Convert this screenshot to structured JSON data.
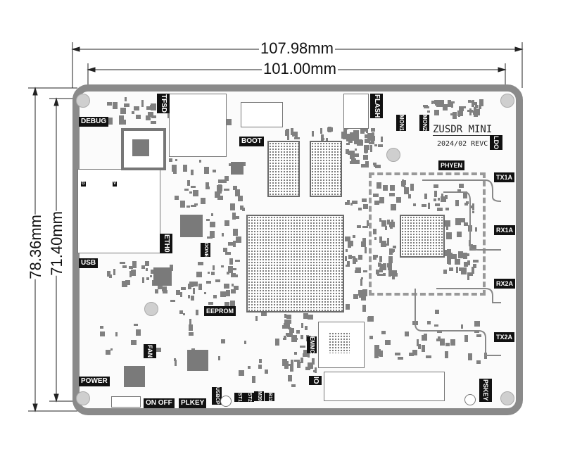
{
  "dimensions": {
    "overall_width": "107.98mm",
    "inner_width": "101.00mm",
    "overall_height": "78.36mm",
    "inner_height": "71.40mm"
  },
  "board": {
    "name": "ZUSDR MINI",
    "revision": "2024/02  REVC"
  },
  "labels": {
    "debug": "DEBUG",
    "tfsd": "TFSD",
    "boot": "BOOT",
    "eth0": "ETH0",
    "done": "DONE",
    "flash": "FLASH",
    "mon1": "MON1",
    "mon2": "MON2",
    "ldo": "LDO",
    "phyen": "PHYEN",
    "tx1a": "TX1A",
    "rx1a": "RX1A",
    "rx2a": "RX2A",
    "tx2a": "TX2A",
    "usb": "USB",
    "eeprom": "EEPROM",
    "fan": "FAN",
    "emmc": "EMMC",
    "power": "POWER",
    "io": "IO",
    "pskey": "PSKEY",
    "on_off": "ON OFF",
    "plkey": "PLKEY",
    "usbcp": "USBCP",
    "st1": "ST1",
    "st2": "ST2",
    "m39": "M39",
    "b11": "B11",
    "g": "G",
    "v": "V"
  },
  "colors": {
    "board_edge": "#8a8a8a",
    "component": "#7a7a7a",
    "label_bg": "#111111"
  }
}
